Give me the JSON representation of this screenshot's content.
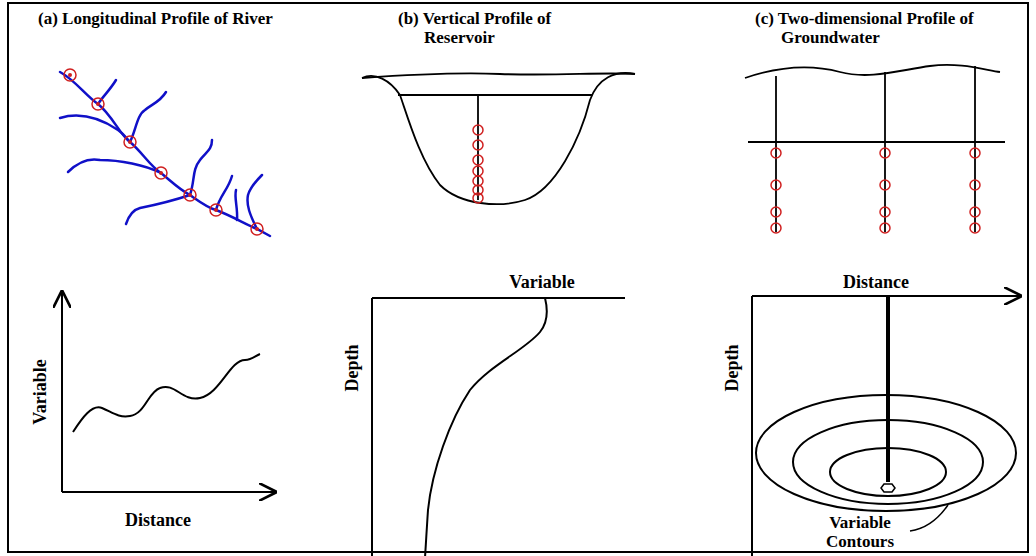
{
  "diagram": {
    "labels": [
      "(a) Longitudinal Profile of River",
      "(b) Vertical Profile of Reservoir",
      "(c) Two-dimensional Profile of Groundwater",
      "Variable",
      "Distance",
      "Variable",
      "Depth",
      "Distance",
      "Depth",
      "Variable Contours"
    ]
  }
}
